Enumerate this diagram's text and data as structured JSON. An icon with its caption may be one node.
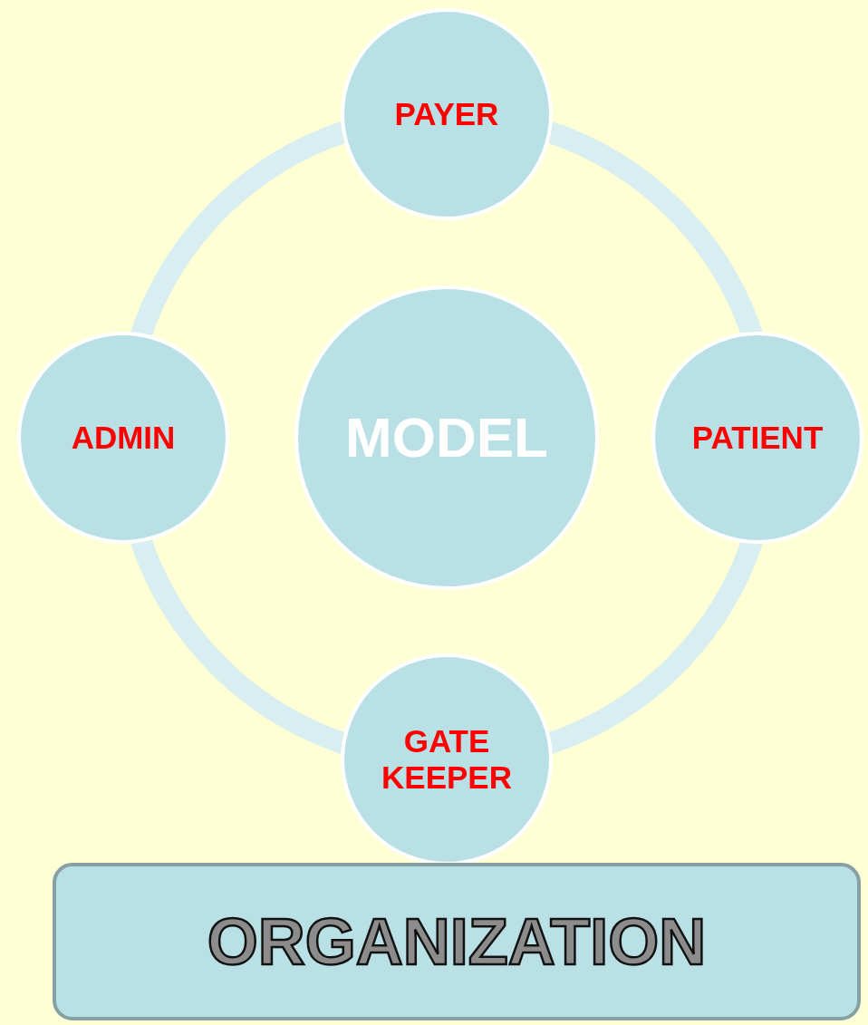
{
  "diagram": {
    "nodes": [
      {
        "text": [
          "PAYER"
        ]
      },
      {
        "text": [
          "ADMIN"
        ]
      },
      {
        "text": [
          "MODEL"
        ]
      },
      {
        "text": [
          "PATIENT"
        ]
      },
      {
        "text": [
          "GATE KEEPER"
        ]
      },
      {
        "text": [
          "ORGANIZATION"
        ]
      }
    ],
    "edges": [
      {
        "from": 0,
        "to": 3,
        "arrow": "none"
      },
      {
        "from": 3,
        "to": 4,
        "arrow": "none"
      },
      {
        "from": 4,
        "to": 1,
        "arrow": "none"
      },
      {
        "from": 1,
        "to": 0,
        "arrow": "none"
      }
    ]
  }
}
